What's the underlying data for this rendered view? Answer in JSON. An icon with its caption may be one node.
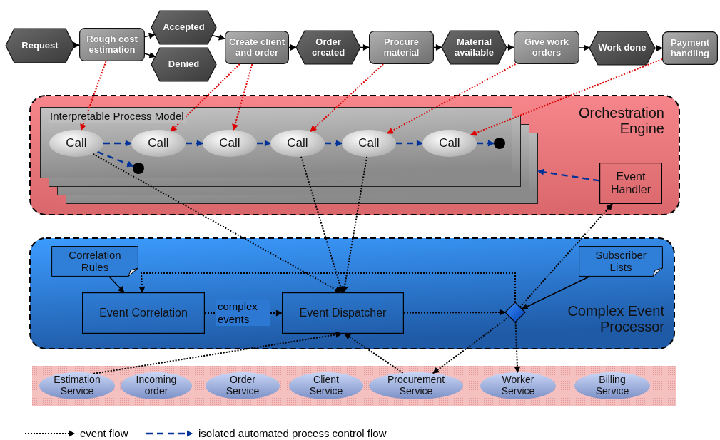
{
  "diagram": {
    "nodes": [
      {
        "text": [
          "Request"
        ]
      },
      {
        "text": [
          "Rough cost estimation"
        ]
      },
      {
        "text": [
          "Accepted"
        ]
      },
      {
        "text": [
          "Denied"
        ]
      },
      {
        "text": [
          "Create client and order"
        ]
      },
      {
        "text": [
          "Order created"
        ]
      },
      {
        "text": [
          "Procure material"
        ]
      },
      {
        "text": [
          "Material available"
        ]
      },
      {
        "text": [
          "Give work orders"
        ]
      },
      {
        "text": [
          "Work done"
        ]
      },
      {
        "text": [
          "Payment handling"
        ]
      },
      {
        "text": [
          "Orchestration Engine"
        ]
      },
      {
        "text": [
          "Interpretable Process Model"
        ],
        "in": 11
      },
      {
        "text": [
          "Call"
        ],
        "in": 12
      },
      {
        "text": [
          "Call"
        ],
        "in": 12
      },
      {
        "text": [
          "Call"
        ],
        "in": 12
      },
      {
        "text": [
          "Call"
        ],
        "in": 12
      },
      {
        "text": [
          "Call"
        ],
        "in": 12
      },
      {
        "text": [
          "Call"
        ],
        "in": 12
      },
      {
        "text": [],
        "shape": "circle",
        "in": 12
      },
      {
        "text": [],
        "shape": "circle",
        "in": 12
      },
      {
        "text": [
          "Event Handler"
        ],
        "in": 11
      },
      {
        "text": [
          "Complex Event Processor"
        ]
      },
      {
        "text": [
          "Correlation Rules"
        ],
        "in": 22
      },
      {
        "text": [
          "Subscriber Lists"
        ],
        "in": 22
      },
      {
        "text": [
          "Event Correlation"
        ],
        "in": 22
      },
      {
        "text": [
          "Event Dispatcher"
        ],
        "in": 22
      },
      {
        "text": [],
        "shape": "diamond",
        "in": 22
      },
      {
        "text": [],
        "shape": "band"
      },
      {
        "text": [
          "Estimation Service"
        ],
        "in": 28
      },
      {
        "text": [
          "Incoming order"
        ],
        "in": 28
      },
      {
        "text": [
          "Order Service"
        ],
        "in": 28
      },
      {
        "text": [
          "Client Service"
        ],
        "in": 28
      },
      {
        "text": [
          "Procurement Service"
        ],
        "in": 28
      },
      {
        "text": [
          "Worker Service"
        ],
        "in": 28
      },
      {
        "text": [
          "Billing Service"
        ],
        "in": 28
      }
    ],
    "edges": [
      {
        "from": 0,
        "to": 1,
        "arrow": "to"
      },
      {
        "from": 1,
        "to": 2,
        "arrow": "to"
      },
      {
        "from": 1,
        "to": 3,
        "arrow": "to"
      },
      {
        "from": 2,
        "to": 4,
        "arrow": "to"
      },
      {
        "from": 4,
        "to": 5,
        "arrow": "to"
      },
      {
        "from": 5,
        "to": 6,
        "arrow": "to"
      },
      {
        "from": 6,
        "to": 7,
        "arrow": "to"
      },
      {
        "from": 7,
        "to": 8,
        "arrow": "to"
      },
      {
        "from": 8,
        "to": 9,
        "arrow": "to"
      },
      {
        "from": 9,
        "to": 10,
        "arrow": "to"
      },
      {
        "from": 1,
        "to": 13,
        "arrow": "to",
        "style": "dashed",
        "color": "#dd0000"
      },
      {
        "from": 4,
        "to": 14,
        "arrow": "to",
        "style": "dashed",
        "color": "#dd0000"
      },
      {
        "from": 4,
        "to": 15,
        "arrow": "to",
        "style": "dashed",
        "color": "#dd0000"
      },
      {
        "from": 6,
        "to": 16,
        "arrow": "to",
        "style": "dashed",
        "color": "#dd0000"
      },
      {
        "from": 8,
        "to": 17,
        "arrow": "to",
        "style": "dashed",
        "color": "#dd0000"
      },
      {
        "from": 10,
        "to": 18,
        "arrow": "to",
        "style": "dashed",
        "color": "#dd0000"
      },
      {
        "from": 13,
        "to": 14,
        "arrow": "to",
        "style": "dashed",
        "color": "#003399"
      },
      {
        "from": 13,
        "to": 19,
        "arrow": "to",
        "style": "dashed",
        "color": "#003399"
      },
      {
        "from": 14,
        "to": 15,
        "arrow": "to",
        "style": "dashed",
        "color": "#003399"
      },
      {
        "from": 15,
        "to": 16,
        "arrow": "to",
        "style": "dashed",
        "color": "#003399"
      },
      {
        "from": 16,
        "to": 17,
        "arrow": "to",
        "style": "dashed",
        "color": "#003399"
      },
      {
        "from": 17,
        "to": 18,
        "arrow": "to",
        "style": "dashed",
        "color": "#003399"
      },
      {
        "from": 18,
        "to": 20,
        "arrow": "to",
        "style": "dashed",
        "color": "#003399"
      },
      {
        "from": 21,
        "to": 12,
        "arrow": "to",
        "style": "dashed",
        "color": "#003399"
      },
      {
        "from": 13,
        "to": 26,
        "arrow": "to",
        "style": "dashed"
      },
      {
        "from": 16,
        "to": 26,
        "arrow": "to",
        "style": "dashed"
      },
      {
        "from": 17,
        "to": 26,
        "arrow": "to",
        "style": "dashed"
      },
      {
        "from": 23,
        "to": 25,
        "arrow": "to"
      },
      {
        "from": 25,
        "to": 26,
        "arrow": "to",
        "style": "dashed",
        "label": "complex events"
      },
      {
        "from": 26,
        "to": 27,
        "arrow": "to",
        "style": "dashed"
      },
      {
        "from": 24,
        "to": 27,
        "arrow": "to"
      },
      {
        "from": 27,
        "to": 25,
        "arrow": "to",
        "style": "dashed"
      },
      {
        "from": 27,
        "to": 21,
        "arrow": "to",
        "style": "dashed"
      },
      {
        "from": 27,
        "to": 33,
        "arrow": "to",
        "style": "dashed"
      },
      {
        "from": 27,
        "to": 34,
        "arrow": "to",
        "style": "dashed"
      },
      {
        "from": 29,
        "to": 26,
        "arrow": "to",
        "style": "dashed"
      },
      {
        "from": 33,
        "to": 26,
        "arrow": "to",
        "style": "dashed"
      }
    ],
    "legend": [
      {
        "text": "event flow"
      },
      {
        "text": "isolated automated process control flow"
      }
    ]
  }
}
